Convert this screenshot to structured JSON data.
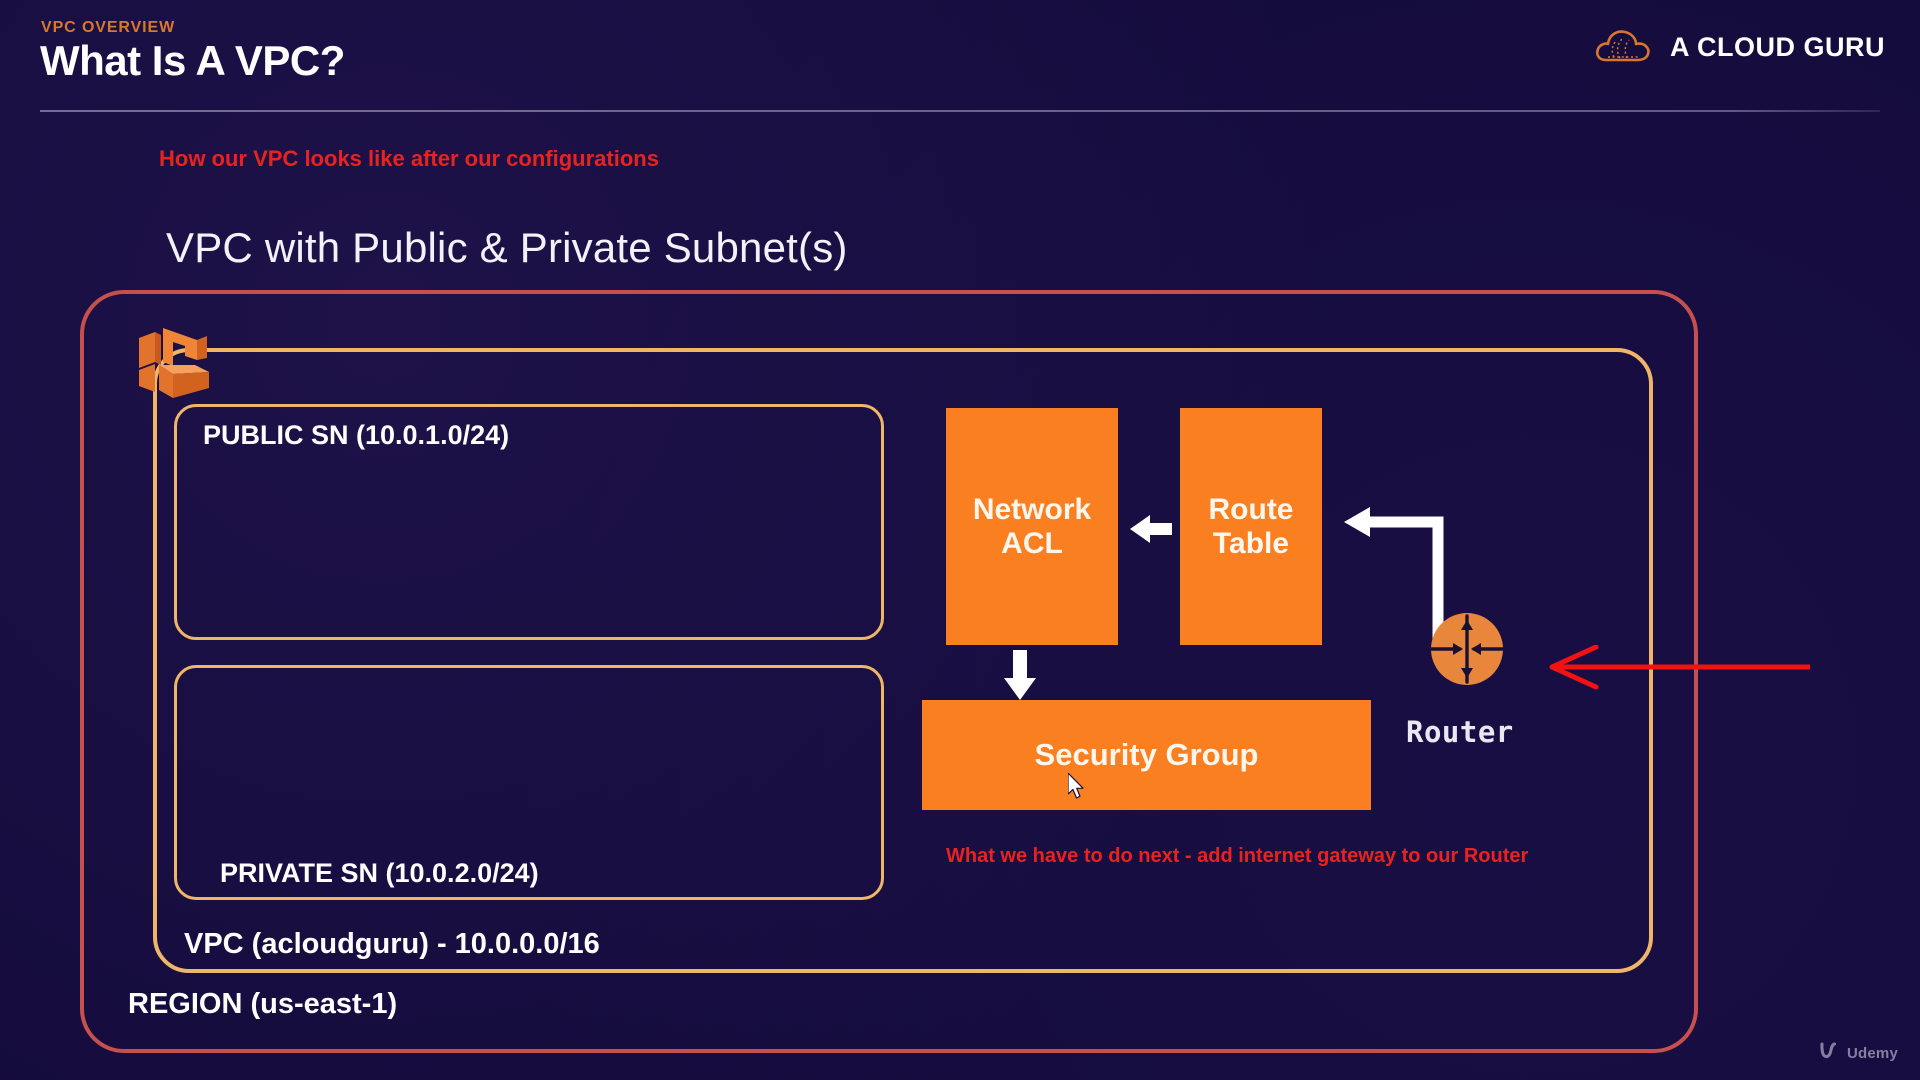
{
  "header": {
    "eyebrow": "VPC OVERVIEW",
    "title": "What Is A VPC?",
    "brand_name": "A CLOUD GURU",
    "brand_icon": "cloud-icon"
  },
  "annotations": {
    "top_note": "How our VPC looks like after our configurations",
    "bottom_note": "What we have to do next - add internet gateway to our Router",
    "color": "#E8221F"
  },
  "diagram": {
    "title": "VPC with Public & Private Subnet(s)",
    "region_label": "REGION (us-east-1)",
    "region_border_color": "#C6504D",
    "vpc_label": "VPC (acloudguru) - 10.0.0.0/16",
    "vpc_border_color": "#F0B668",
    "aws_icon": "aws-vpc-cube-icon",
    "subnets": [
      {
        "label": "PUBLIC SN (10.0.1.0/24)",
        "cidr": "10.0.1.0/24",
        "type": "public"
      },
      {
        "label": "PRIVATE SN (10.0.2.0/24)",
        "cidr": "10.0.2.0/24",
        "type": "private"
      }
    ],
    "services": [
      {
        "label": "Network\nACL",
        "line1": "Network",
        "line2": "ACL",
        "color": "#F97F21"
      },
      {
        "label": "Route\nTable",
        "line1": "Route",
        "line2": "Table",
        "color": "#F97F21"
      },
      {
        "label": "Security Group",
        "color": "#F97F21"
      }
    ],
    "router": {
      "label": "Router",
      "icon": "router-icon",
      "color": "#E8873C"
    },
    "arrows": [
      {
        "name": "route-table-to-network-acl",
        "direction": "left",
        "color": "#FFFFFF"
      },
      {
        "name": "network-acl-to-security-group",
        "direction": "down",
        "color": "#FFFFFF"
      },
      {
        "name": "router-to-route-table",
        "direction": "left",
        "color": "#FFFFFF"
      },
      {
        "name": "internet-to-router",
        "direction": "left",
        "color": "#F21212"
      }
    ]
  },
  "watermark": {
    "name": "Udemy",
    "icon": "udemy-logo-icon"
  }
}
